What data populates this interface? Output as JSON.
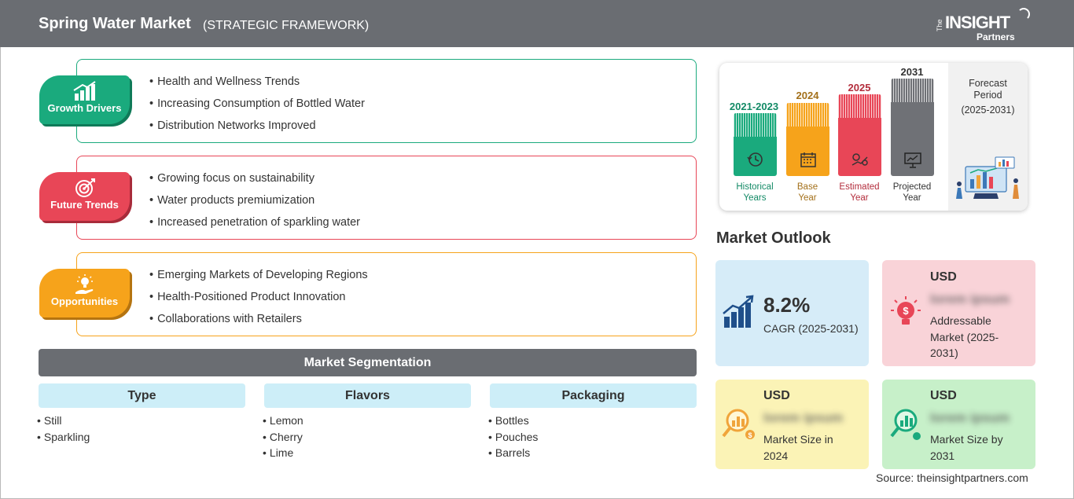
{
  "header": {
    "title": "Spring Water Market",
    "subtitle": "(STRATEGIC FRAMEWORK)",
    "logo": {
      "the": "The",
      "insight": "INSIGHT",
      "partners": "Partners"
    }
  },
  "strategy": [
    {
      "label": "Growth Drivers",
      "icon": "growth-chart-icon",
      "color": "#1aaa7d",
      "items": [
        "Health and Wellness Trends",
        "Increasing Consumption of Bottled Water",
        "Distribution Networks Improved"
      ]
    },
    {
      "label": "Future Trends",
      "icon": "target-icon",
      "color": "#e84657",
      "items": [
        "Growing focus on sustainability",
        "Water products premiumization",
        "Increased penetration of sparkling water"
      ]
    },
    {
      "label": "Opportunities",
      "icon": "lightbulb-hand-icon",
      "color": "#f6a31b",
      "items": [
        "Emerging Markets of Developing Regions",
        "Health-Positioned Product Innovation",
        "Collaborations with Retailers"
      ]
    }
  ],
  "segmentation": {
    "title": "Market Segmentation",
    "columns": [
      {
        "head": "Type",
        "items": [
          "Still",
          "Sparkling"
        ]
      },
      {
        "head": "Flavors",
        "items": [
          "Lemon",
          "Cherry",
          "Lime"
        ]
      },
      {
        "head": "Packaging",
        "items": [
          "Bottles",
          "Pouches",
          "Barrels"
        ]
      }
    ]
  },
  "timeline": {
    "bars": [
      {
        "year": "2021-2023",
        "label1": "Historical",
        "label2": "Years",
        "color": "#1aaa7d",
        "year_color": "#138a66",
        "label_color": "#138a66",
        "icon": "clock-history-icon"
      },
      {
        "year": "2024",
        "label1": "Base",
        "label2": "Year",
        "color": "#f6a31b",
        "year_color": "#a3701a",
        "label_color": "#a3701a",
        "icon": "calendar-icon"
      },
      {
        "year": "2025",
        "label1": "Estimated",
        "label2": "Year",
        "color": "#e84657",
        "year_color": "#b32d3c",
        "label_color": "#b32d3c",
        "icon": "gears-chart-icon"
      },
      {
        "year": "2031",
        "label1": "Projected",
        "label2": "Year",
        "color": "#6f7176",
        "year_color": "#333333",
        "label_color": "#333333",
        "icon": "presentation-chart-icon"
      }
    ],
    "forecast": {
      "line1": "Forecast",
      "line2": "Period",
      "line3": "(2025-2031)"
    }
  },
  "outlook": {
    "title": "Market Outlook",
    "cagr": {
      "value": "8.2%",
      "label": "CAGR (2025-2031)",
      "bg": "#d6ecf8"
    },
    "addressable": {
      "usd": "USD",
      "blurred": "lorem ipsum",
      "label": "Addressable Market (2025-2031)",
      "bg": "#f9d3d8"
    },
    "size2024": {
      "usd": "USD",
      "blurred": "lorem ipsum",
      "label": "Market Size in 2024",
      "bg": "#fbf3b6"
    },
    "size2031": {
      "usd": "USD",
      "blurred": "lorem ipsum",
      "label": "Market Size by 2031",
      "bg": "#c7f0c9"
    }
  },
  "source": "Source: theinsightpartners.com"
}
